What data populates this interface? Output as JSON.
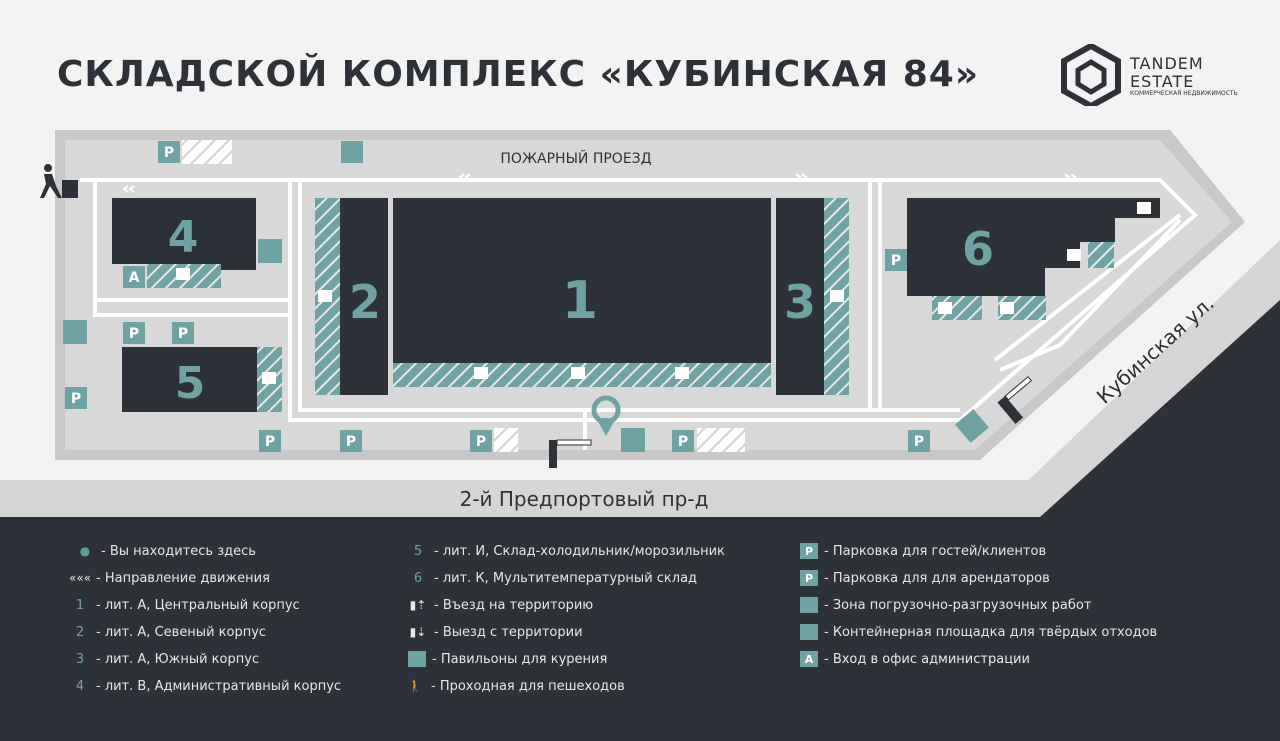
{
  "title": "СКЛАДСКОЙ КОМПЛЕКС «КУБИНСКАЯ 84»",
  "logo": {
    "line1": "TANDEM",
    "line2": "ESTATE",
    "line3": "КОММЕРЧЕСКАЯ НЕДВИЖИМОСТЬ"
  },
  "map": {
    "fire_road_label": "ПОЖАРНЫЙ ПРОЕЗД",
    "south_road_label": "2-й Предпортовый пр-д",
    "east_road_label": "Кубинская ул.",
    "buildings": [
      {
        "id": "1",
        "label": "1"
      },
      {
        "id": "2",
        "label": "2"
      },
      {
        "id": "3",
        "label": "3"
      },
      {
        "id": "4",
        "label": "4"
      },
      {
        "id": "5",
        "label": "5"
      },
      {
        "id": "6",
        "label": "6"
      }
    ],
    "signs": {
      "parking": "P",
      "admin": "A"
    }
  },
  "legend": [
    {
      "icon": "location-pin-icon",
      "text": "- Вы находитесь здесь"
    },
    {
      "icon": "direction-chevrons-icon",
      "text": "- Направление движения"
    },
    {
      "icon": "1",
      "text": "- лит. А, Центральный корпус"
    },
    {
      "icon": "2",
      "text": "- лит. А, Севеный корпус"
    },
    {
      "icon": "3",
      "text": "- лит. А, Южный корпус"
    },
    {
      "icon": "4",
      "text": "- лит. В, Административный корпус"
    },
    {
      "icon": "5",
      "text": "- лит. И, Склад-холодильник/морозильник"
    },
    {
      "icon": "6",
      "text": "- лит. К, Мультитемпературный склад"
    },
    {
      "icon": "entry-barrier-icon",
      "text": "- Въезд на территорию"
    },
    {
      "icon": "exit-barrier-icon",
      "text": "- Выезд с территории"
    },
    {
      "icon": "smoking-pavilion-icon",
      "text": "- Павильоны для курения"
    },
    {
      "icon": "pedestrian-checkpoint-icon",
      "text": "- Проходная для пешеходов"
    },
    {
      "icon": "P",
      "text": "- Парковка для гостей/клиентов"
    },
    {
      "icon": "PA",
      "text": "- Парковка для для арендаторов"
    },
    {
      "icon": "forklift-icon",
      "text": "- Зона погрузочно-разгрузочных работ"
    },
    {
      "icon": "waste-container-icon",
      "text": "- Контейнерная площадка для твёрдых отходов"
    },
    {
      "icon": "A",
      "text": "- Вход в офис администрации"
    }
  ],
  "colors": {
    "dark": "#2d3238",
    "teal": "#6fa3a3",
    "ground": "#d2d2d2",
    "road": "#bdbdbd",
    "bg": "#f3f3f3"
  }
}
